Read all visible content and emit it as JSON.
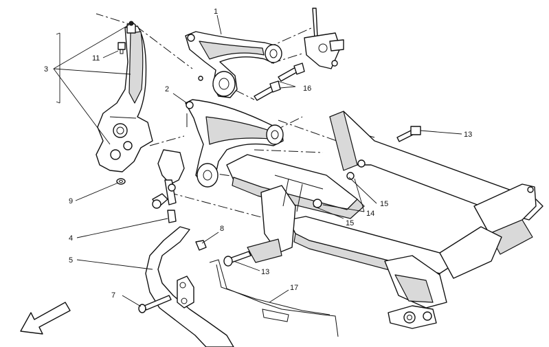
{
  "callouts": {
    "c1": "1",
    "c2": "2",
    "c3": "3",
    "c4": "4",
    "c5": "5",
    "c7": "7",
    "c8": "8",
    "c9": "9",
    "c11": "11",
    "c13a": "13",
    "c13b": "13",
    "c14": "14",
    "c15a": "15",
    "c15b": "15",
    "c16": "16",
    "c17": "17"
  },
  "orientation_arrow_icon": "front-direction-arrow-icon"
}
